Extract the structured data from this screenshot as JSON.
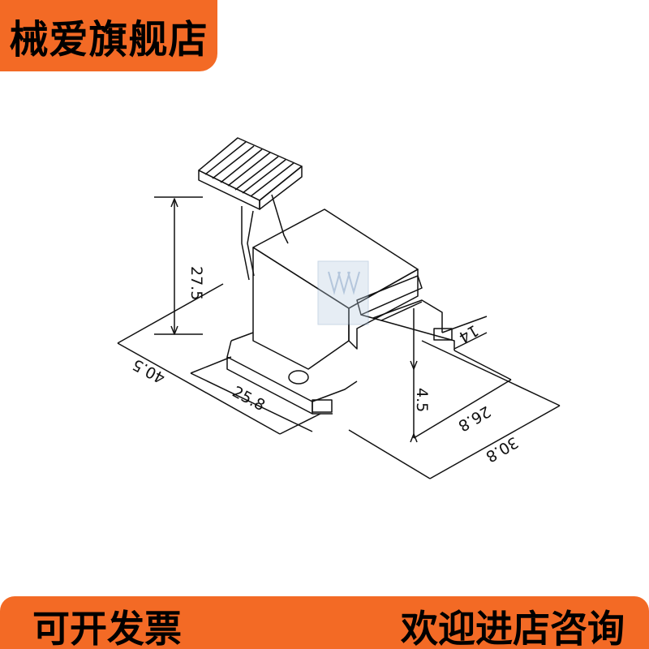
{
  "banner": {
    "store_name": "械爱旗舰店"
  },
  "footer": {
    "invoice_label": "可开发票",
    "consult_label": "欢迎进店咨询"
  },
  "drawing": {
    "dimensions": {
      "height": "27.5",
      "width": "40.5",
      "base_width": "25.8",
      "slot_height": "4.5",
      "small": "14",
      "depth_inner": "26.8",
      "depth_outer": "30.8"
    }
  },
  "colors": {
    "accent": "#f36a25",
    "text": "#000000",
    "line": "#111111"
  }
}
